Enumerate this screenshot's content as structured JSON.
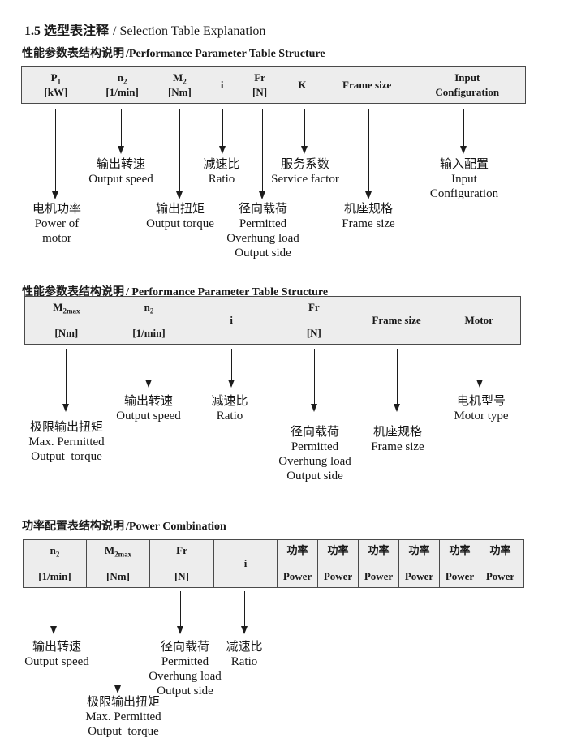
{
  "colors": {
    "table_fill": "#ededed",
    "table_border": "#4a4a4a",
    "text": "#1a1a1a"
  },
  "title": {
    "zh": "1.5 选型表注释",
    "en": "/ Selection Table Explanation"
  },
  "sections": [
    {
      "heading_zh": "性能参数表结构说明",
      "heading_en": "/Performance Parameter Table Structure"
    },
    {
      "heading_zh": "性能参数表结构说明",
      "heading_en": "/ Performance Parameter Table Structure"
    },
    {
      "heading_zh": "功率配置表结构说明",
      "heading_en": "/Power Combination"
    }
  ],
  "t1": {
    "cols": [
      {
        "main": "P",
        "sub": "1",
        "unit": "[kW]"
      },
      {
        "main": "n",
        "sub": "2",
        "unit": "[1/min]"
      },
      {
        "main": "M",
        "sub": "2",
        "unit": "[Nm]"
      },
      {
        "main": "i"
      },
      {
        "main": "Fr",
        "unit": "[N]"
      },
      {
        "main": "K"
      },
      {
        "main": "Frame size"
      },
      {
        "main": "Input",
        "unit": "Configuration"
      }
    ],
    "ann": [
      {
        "lines": [
          "电机功率",
          "Power of",
          "motor"
        ]
      },
      {
        "lines": [
          "输出转速",
          "Output speed"
        ]
      },
      {
        "lines": [
          "输出扭矩",
          "Output torque"
        ]
      },
      {
        "lines": [
          "减速比",
          "Ratio"
        ]
      },
      {
        "lines": [
          "径向载荷",
          "Permitted",
          "Overhung load",
          "Output side"
        ]
      },
      {
        "lines": [
          "服务系数",
          "Service factor"
        ]
      },
      {
        "lines": [
          "机座规格",
          "Frame size"
        ]
      },
      {
        "lines": [
          "输入配置",
          "Input",
          "Configuration"
        ]
      }
    ]
  },
  "t2": {
    "cols": [
      {
        "main": "M",
        "sub": "2max",
        "unit": "[Nm]"
      },
      {
        "main": "n",
        "sub": "2",
        "unit": "[1/min]"
      },
      {
        "main": "i"
      },
      {
        "main": "Fr",
        "unit": "[N]"
      },
      {
        "main": "Frame size"
      },
      {
        "main": "Motor"
      }
    ],
    "ann": [
      {
        "lines": [
          "极限输出扭矩",
          "Max. Permitted",
          "Output  torque"
        ]
      },
      {
        "lines": [
          "输出转速",
          "Output speed"
        ]
      },
      {
        "lines": [
          "减速比",
          "Ratio"
        ]
      },
      {
        "lines": [
          "径向载荷",
          "Permitted",
          "Overhung load",
          "Output side"
        ]
      },
      {
        "lines": [
          "机座规格",
          "Frame size"
        ]
      },
      {
        "lines": [
          "电机型号",
          "Motor type"
        ]
      }
    ]
  },
  "t3": {
    "cols": [
      {
        "main": "n",
        "sub": "2",
        "unit": "[1/min]"
      },
      {
        "main": "M",
        "sub": "2max",
        "unit": "[Nm]"
      },
      {
        "main": "Fr",
        "unit": "[N]"
      },
      {
        "main": "i"
      },
      {
        "main": "功率",
        "unit": "Power"
      },
      {
        "main": "功率",
        "unit": "Power"
      },
      {
        "main": "功率",
        "unit": "Power"
      },
      {
        "main": "功率",
        "unit": "Power"
      },
      {
        "main": "功率",
        "unit": "Power"
      },
      {
        "main": "功率",
        "unit": "Power"
      }
    ],
    "ann": [
      {
        "lines": [
          "输出转速",
          "Output speed"
        ]
      },
      {
        "lines": [
          "极限输出扭矩",
          "Max. Permitted",
          "Output  torque"
        ]
      },
      {
        "lines": [
          "径向载荷",
          "Permitted",
          "Overhung load",
          "Output side"
        ]
      },
      {
        "lines": [
          "减速比",
          "Ratio"
        ]
      }
    ]
  }
}
